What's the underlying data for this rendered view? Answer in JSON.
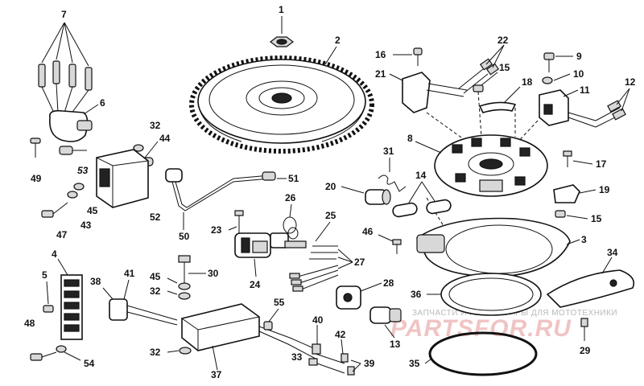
{
  "callouts": {
    "c1": "1",
    "c2": "2",
    "c3": "3",
    "c4": "4",
    "c5": "5",
    "c6": "6",
    "c7": "7",
    "c8": "8",
    "c9": "9",
    "c10": "10",
    "c11": "11",
    "c12": "12",
    "c13": "13",
    "c14": "14",
    "c15a": "15",
    "c15b": "15",
    "c16": "16",
    "c17": "17",
    "c18": "18",
    "c19": "19",
    "c20": "20",
    "c21": "21",
    "c22": "22",
    "c23": "23",
    "c24": "24",
    "c25": "25",
    "c26": "26",
    "c27": "27",
    "c28": "28",
    "c29": "29",
    "c30": "30",
    "c31": "31",
    "c32a": "32",
    "c32b": "32",
    "c32c": "32",
    "c33": "33",
    "c34": "34",
    "c35": "35",
    "c36": "36",
    "c37": "37",
    "c38": "38",
    "c39": "39",
    "c40": "40",
    "c41": "41",
    "c42": "42",
    "c43": "43",
    "c44": "44",
    "c45a": "45",
    "c45b": "45",
    "c46": "46",
    "c47": "47",
    "c48": "48",
    "c49": "49",
    "c50": "50",
    "c51": "51",
    "c52": "52",
    "c53": "53",
    "c54": "54",
    "c55": "55"
  },
  "watermark": {
    "text": "ЗАПЧАСТИ И АКСЕССУАРЫ ДЛЯ МОТОТЕХНИКИ",
    "logo": "PARTSFOR.RU"
  }
}
